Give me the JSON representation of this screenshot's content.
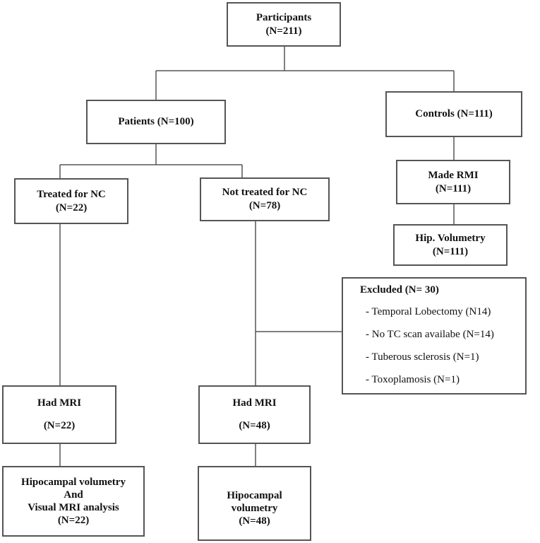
{
  "participants": {
    "label": "Participants",
    "count": "(N=211)"
  },
  "patients": {
    "label": "Patients (N=100)"
  },
  "controls": {
    "label": "Controls (N=111)"
  },
  "made_rmi": {
    "label": "Made RMI",
    "count": "(N=111)"
  },
  "hip_volumetry": {
    "label": "Hip. Volumetry",
    "count": "(N=111)"
  },
  "treated": {
    "label": "Treated for NC",
    "count": "(N=22)"
  },
  "not_treated": {
    "label": "Not treated for NC",
    "count": "(N=78)"
  },
  "excluded": {
    "title": "Excluded (N= 30)",
    "items": [
      "- Temporal Lobectomy (N14)",
      "- No TC scan availabe (N=14)",
      "- Tuberous sclerosis (N=1)",
      "- Toxoplamosis (N=1)"
    ]
  },
  "had_mri_treated": {
    "label": "Had MRI",
    "count": "(N=22)"
  },
  "had_mri_not_treated": {
    "label": "Had MRI",
    "count": "(N=48)"
  },
  "hipocampal_visual": {
    "line1": "Hipocampal volumetry",
    "line2": "And",
    "line3": "Visual MRI analysis",
    "count": "(N=22)"
  },
  "hipocampal_volumetry": {
    "line1": "Hipocampal",
    "line2": "volumetry",
    "count": "(N=48)"
  }
}
